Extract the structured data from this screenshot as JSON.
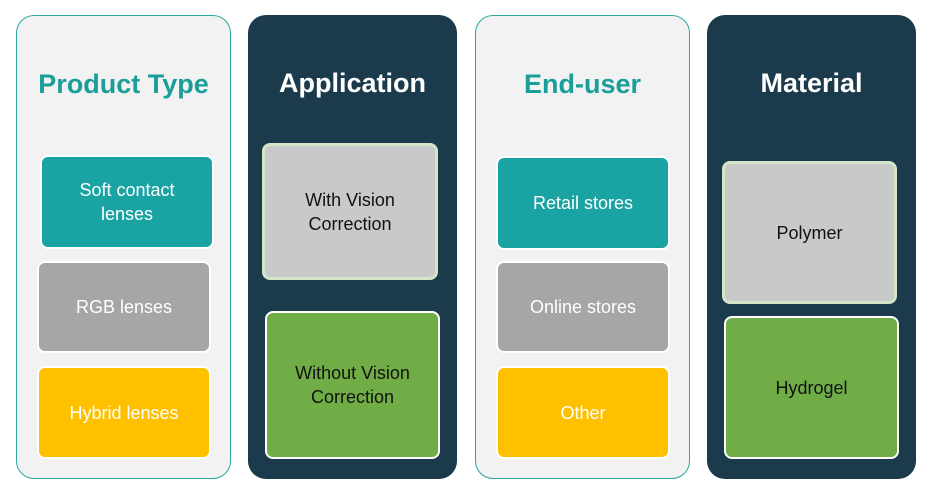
{
  "panels": [
    {
      "title": "Product Type",
      "items": [
        "Soft contact lenses",
        "RGB lenses",
        "Hybrid lenses"
      ]
    },
    {
      "title": "Application",
      "items": [
        "With Vision Correction",
        "Without Vision Correction"
      ]
    },
    {
      "title": "End-user",
      "items": [
        "Retail stores",
        "Online stores",
        "Other"
      ]
    },
    {
      "title": "Material",
      "items": [
        "Polymer",
        "Hydrogel"
      ]
    }
  ],
  "colors": {
    "dark_panel": "#1b3a4b",
    "light_panel": "#f2f2f2",
    "teal": "#1aa3a3",
    "gray": "#a6a6a6",
    "yellow": "#ffc000",
    "silver": "#c8caca",
    "green": "#70ad47",
    "title_teal": "#1a9e99"
  }
}
